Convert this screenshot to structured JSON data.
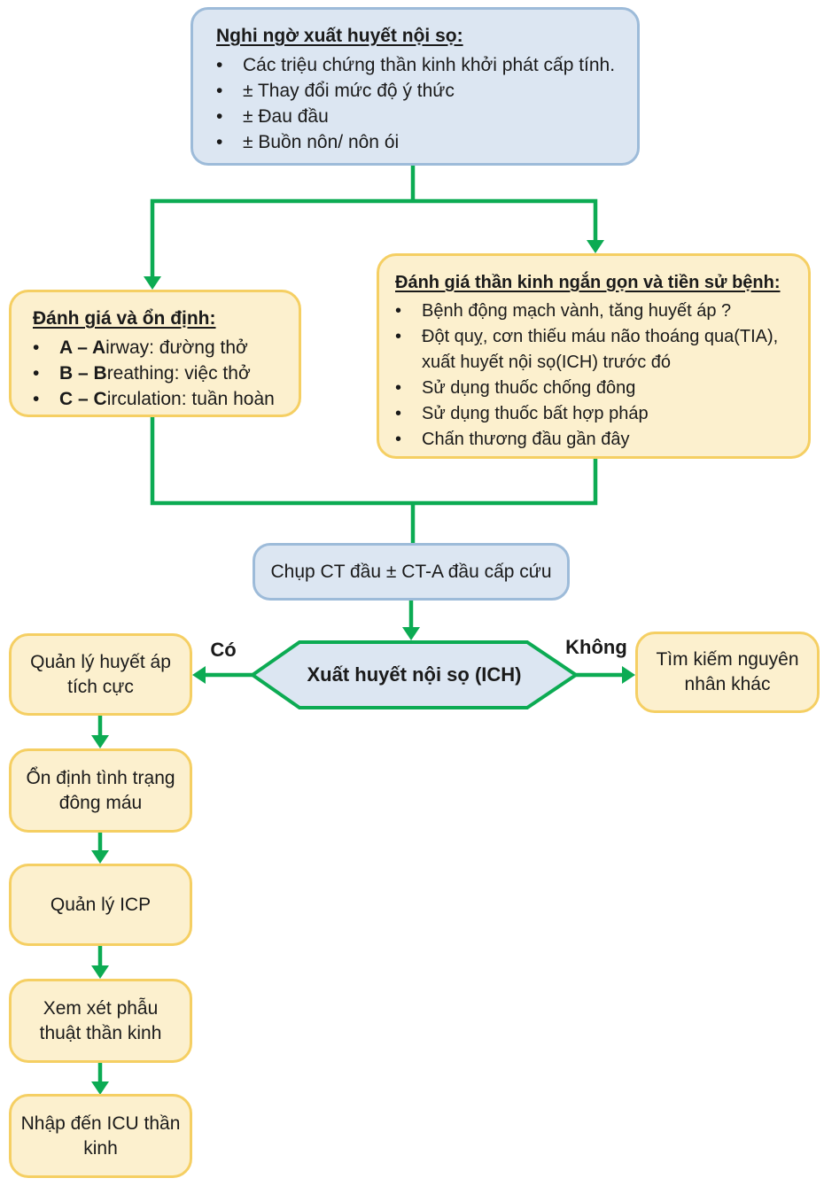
{
  "colors": {
    "connector_green": "#0CAB53",
    "yellow_fill": "#FCF0CE",
    "yellow_border": "#F5CF63",
    "blue_fill": "#DCE6F2",
    "blue_border": "#9DBBD9",
    "text": "#1A1A1A"
  },
  "nodes": {
    "suspected_ich": {
      "title": "Nghi ngờ xuất huyết nội sọ:",
      "bullets": [
        "Các triệu chứng thần kinh khởi phát cấp tính.",
        "± Thay đổi mức độ ý thức",
        "± Đau đầu",
        "± Buồn nôn/ nôn ói"
      ]
    },
    "assess_stabilize": {
      "title": "Đánh giá và ổn định:",
      "bullets": [
        {
          "bold": "A – A",
          "rest": "irway: đường thở"
        },
        {
          "bold": "B – B",
          "rest": "reathing: việc thở"
        },
        {
          "bold": "C – C",
          "rest": "irculation: tuần hoàn"
        }
      ]
    },
    "neuro_exam_history": {
      "title": "Đánh giá thần kinh ngắn gọn và tiền sử bệnh:",
      "bullets": [
        "Bệnh động mạch vành, tăng huyết áp ?",
        "Đột quỵ, cơn thiếu máu não thoáng qua(TIA), xuất huyết nội sọ(ICH) trước đó",
        "Sử dụng thuốc chống đông",
        "Sử dụng thuốc bất hợp pháp",
        "Chấn thương đầu gần đây"
      ]
    },
    "ct_scan": {
      "label": "Chụp CT đầu ± CT-A đầu cấp cứu"
    },
    "decision_ich": {
      "label": "Xuất huyết nội sọ (ICH)"
    },
    "bp_management": {
      "label": "Quản lý huyết áp tích cực"
    },
    "find_other_cause": {
      "label": "Tìm kiếm nguyên nhân khác"
    },
    "coagulation": {
      "label": "Ổn định tình trạng đông máu"
    },
    "icp_management": {
      "label": "Quản lý ICP"
    },
    "neurosurgery": {
      "label": "Xem xét phẫu thuật thần kinh"
    },
    "neuro_icu": {
      "label": "Nhập đến ICU thần kinh"
    }
  },
  "edges": {
    "yes_label": "Có",
    "no_label": "Không"
  }
}
